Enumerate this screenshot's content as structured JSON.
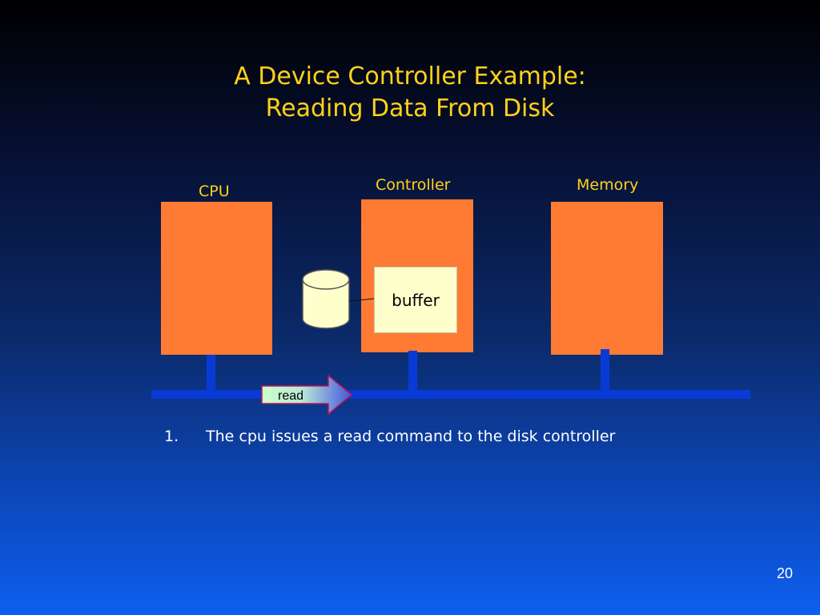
{
  "slide": {
    "title_line1": "A Device Controller Example:",
    "title_line2": "Reading Data From Disk",
    "page_number": "20"
  },
  "components": {
    "cpu": "CPU",
    "controller": "Controller",
    "memory": "Memory",
    "buffer": "buffer"
  },
  "arrow": {
    "label": "read"
  },
  "steps": [
    {
      "number": "1.",
      "text": "The cpu issues a read command to the disk controller"
    }
  ],
  "colors": {
    "title": "#ffd21a",
    "block": "#ff7a33",
    "bus": "#0a3ad6",
    "buffer": "#ffffcc",
    "disk": "#ffffcc",
    "arrow_start": "#ccffcc",
    "arrow_end": "#4455dd"
  }
}
